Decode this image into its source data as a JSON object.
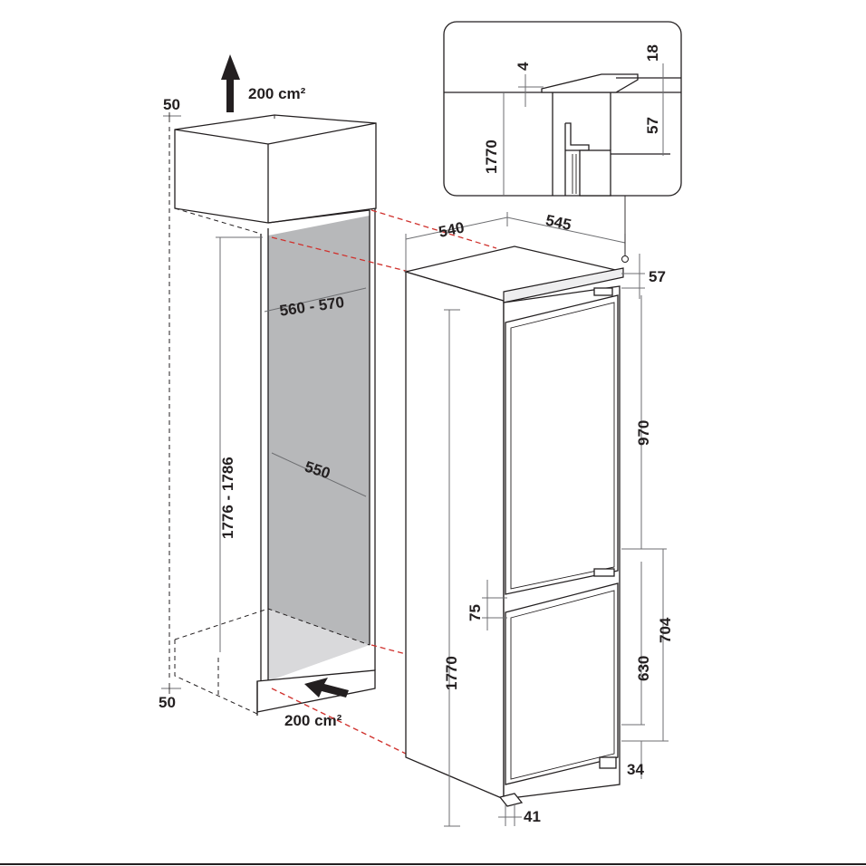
{
  "diagram": {
    "colors": {
      "line": "#231f20",
      "cavity": "#b7b8ba",
      "floor": "#d9d9db",
      "guide": "#d0312d",
      "dimension": "#6d6e71"
    },
    "icons": [
      "airflow-up-arrow-icon",
      "airflow-in-arrow-icon"
    ],
    "labels": {
      "vent_top_gap": "50",
      "vent_top_area": "200 cm²",
      "vent_bottom_gap": "50",
      "vent_bottom_area": "200 cm²",
      "niche_width": "560 - 570",
      "niche_depth": "550",
      "niche_height": "1776 - 1786",
      "appliance_depth": "540",
      "appliance_width": "545",
      "top_gap": "57",
      "upper_door": "970",
      "door_gap": "75",
      "lower_door": "630",
      "lower_section": "704",
      "appliance_height": "1770",
      "base_offset": "34",
      "foot_depth": "41",
      "detail_height": "1770",
      "detail_gap": "4",
      "detail_top": "18",
      "detail_offset": "57"
    }
  }
}
